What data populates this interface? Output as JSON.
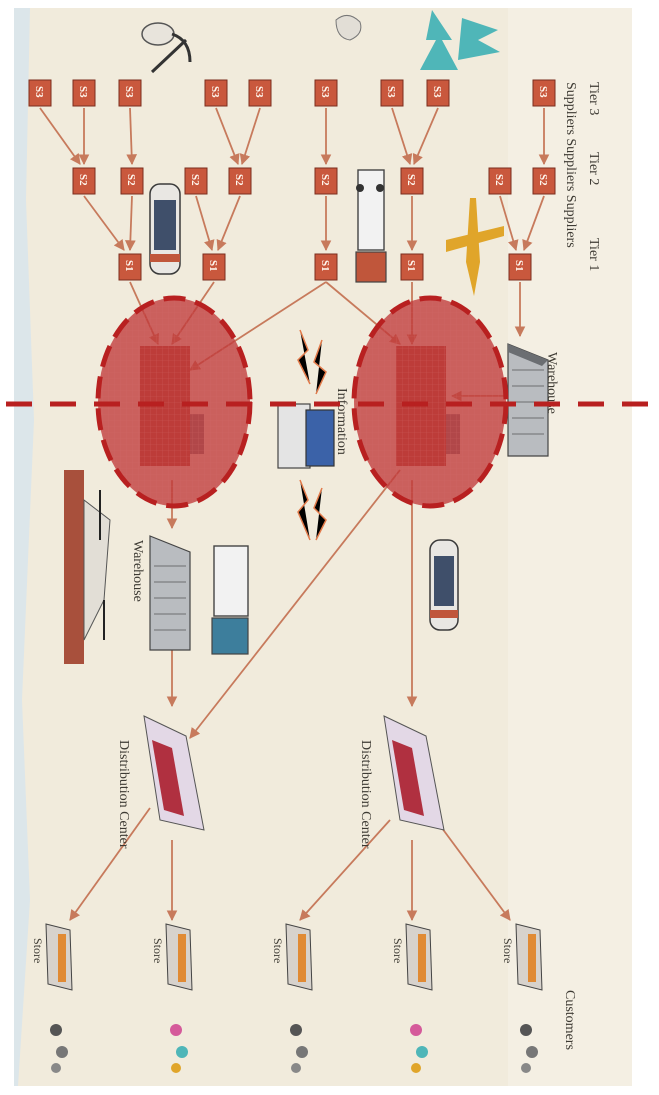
{
  "header": {
    "tier3": "Tier 3",
    "tier2": "Tier 2",
    "tier1": "Tier 1",
    "suppliers_row": "Suppliers Suppliers Suppliers",
    "customers": "Customers"
  },
  "labels": {
    "warehouse_top": "Warehouse",
    "warehouse_mid": "Warehouse",
    "information": "Information",
    "distribution_center_1": "Distribution Center",
    "distribution_center_2": "Distribution Center",
    "store": "Store"
  },
  "supplier_codes": {
    "s3": "S3",
    "s2": "S2",
    "s1": "S1"
  },
  "colors": {
    "background": "#f1ebdc",
    "accent": "#c0563b",
    "supplier_box": "#c9583d",
    "arrow": "#c77a5c",
    "highlight": "#b82020",
    "highlight_fill": "#c0383a"
  }
}
